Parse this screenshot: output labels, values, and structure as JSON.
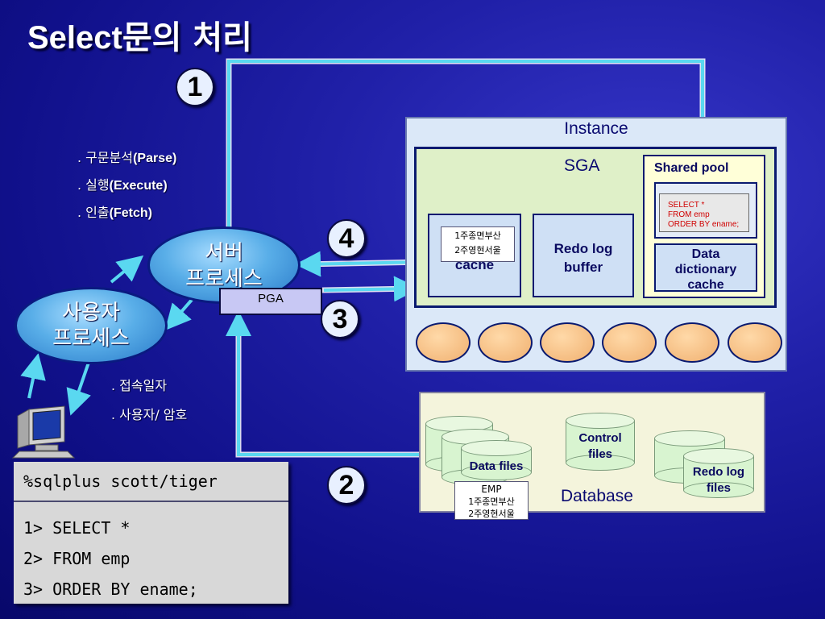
{
  "title": {
    "prefix": "Select",
    "rest": "문의 처리"
  },
  "steps": {
    "labels": [
      ". 구문분석",
      ". 실행",
      ". 인출"
    ],
    "english": [
      "(Parse)",
      "(Execute)",
      "(Fetch)"
    ]
  },
  "login_info": [
    ". 접속일자",
    ". 사용자/ 암호"
  ],
  "numbers": [
    "1",
    "2",
    "3",
    "4"
  ],
  "server_process": [
    "서버",
    "프로세스"
  ],
  "user_process": [
    "사용자",
    "프로세스"
  ],
  "pga": "PGA",
  "instance": {
    "label": "Instance",
    "sga": "SGA",
    "buffer_cache": {
      "label": "cache",
      "rows": [
        "1주종면부산",
        "2주영현서울"
      ]
    },
    "redo_log_buffer": [
      "Redo log",
      "buffer"
    ],
    "shared_pool": {
      "label": "Shared pool",
      "sql": [
        "SELECT *",
        "FROM emp",
        "ORDER BY ename;"
      ],
      "data_dictionary_cache": [
        "Data",
        "dictionary",
        "cache"
      ]
    },
    "background_process_count": 6
  },
  "database": {
    "label": "Database",
    "data_files": "Data files",
    "control_files": [
      "Control",
      "files"
    ],
    "redo_log_files": [
      "Redo log",
      "files"
    ],
    "emp": {
      "title": "EMP",
      "rows": [
        "1주종면부산",
        "2주영현서울"
      ]
    }
  },
  "sql_panel": {
    "command": "%sqlplus scott/tiger",
    "lines": [
      "1> SELECT *",
      "2> FROM emp",
      "3> ORDER BY ename;"
    ]
  },
  "colors": {
    "background": "#1a1a9a",
    "arrow": "#5ad8f0",
    "sga": "#dff0c8",
    "shared_pool": "#ffffd8",
    "sql_text": "#d00000"
  }
}
